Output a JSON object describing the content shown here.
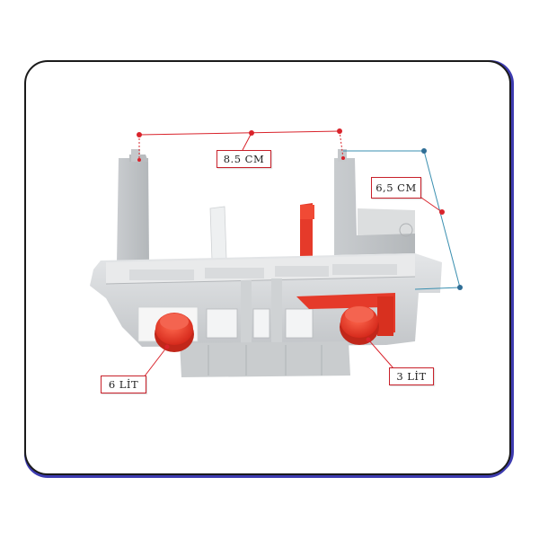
{
  "labels": {
    "width_dimension": "8.5 CM",
    "height_dimension": "6,5 CM",
    "left_button_volume": "6 LİT",
    "right_button_volume": "3 LİT"
  },
  "colors": {
    "frame_border": "#1a1a1a",
    "frame_shadow": "#3d3bb0",
    "plastic_body": "#d4d6d8",
    "button_red": "#e53a2a",
    "dimension_red": "#d9232b",
    "dimension_blue": "#3a8fb0"
  }
}
